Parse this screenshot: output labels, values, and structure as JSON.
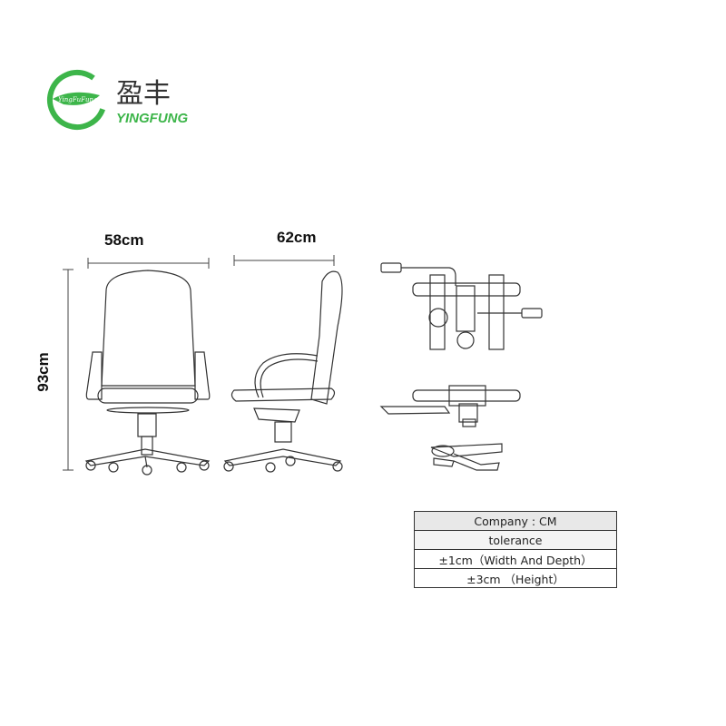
{
  "logo": {
    "chinese_name": "盈丰",
    "english_name": "YINGFUNG",
    "badge_text": "YingFuFung",
    "brand_color": "#3db54a"
  },
  "dimensions": {
    "width": "58cm",
    "depth": "62cm",
    "height": "93cm"
  },
  "spec_table": {
    "rows": [
      "Company : CM",
      "tolerance",
      "±1cm（Width And Depth）",
      "±3cm  （Height）"
    ]
  }
}
